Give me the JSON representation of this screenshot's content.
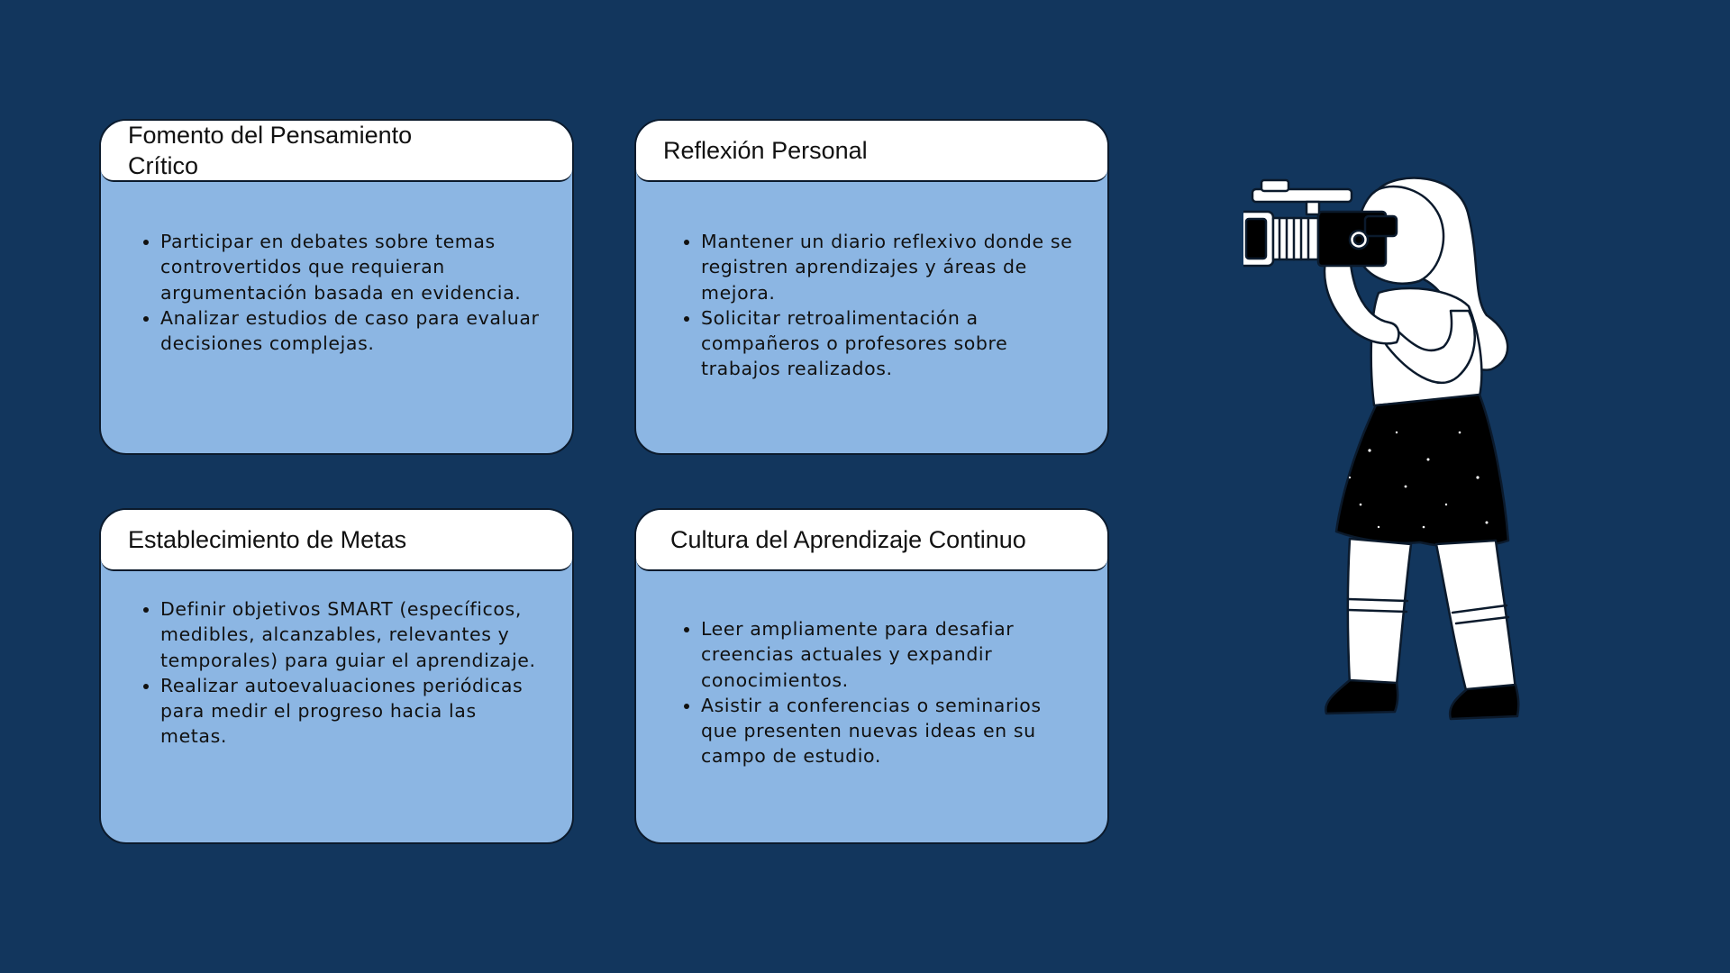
{
  "cards": [
    {
      "title": "Fomento del Pensamiento Crítico",
      "items": [
        "Participar en debates sobre temas controvertidos que requieran argumentación basada en evidencia.",
        "Analizar estudios de caso para evaluar decisiones complejas."
      ]
    },
    {
      "title": "Reflexión Personal",
      "items": [
        "Mantener un diario reflexivo donde se registren aprendizajes y áreas de mejora.",
        "Solicitar retroalimentación a compañeros o profesores sobre trabajos realizados."
      ]
    },
    {
      "title": "Establecimiento de Metas",
      "items": [
        "Definir objetivos SMART (específicos, medibles, alcanzables, relevantes y temporales) para guiar el aprendizaje.",
        "Realizar autoevaluaciones periódicas para medir el progreso hacia las metas."
      ]
    },
    {
      "title": "Cultura del Aprendizaje Continuo",
      "items": [
        "Leer ampliamente para desafiar creencias actuales y expandir conocimientos.",
        "Asistir a conferencias o seminarios que presenten nuevas ideas en su campo de estudio."
      ]
    }
  ],
  "colors": {
    "background": "#12365d",
    "card_body": "#8cb6e3",
    "card_header": "#ffffff",
    "border": "#0b1a2c"
  },
  "illustration": {
    "icon": "woman-with-video-camera-illustration"
  }
}
